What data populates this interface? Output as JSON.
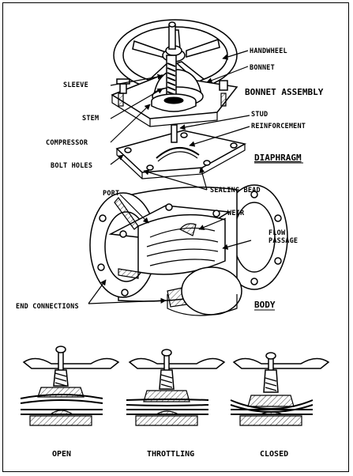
{
  "labels": {
    "handwheel": "HANDWHEEL",
    "bonnet": "BONNET",
    "sleeve": "SLEEVE",
    "bonnet_assembly": "BONNET ASSEMBLY",
    "stem": "STEM",
    "stud": "STUD",
    "reinforcement": "REINFORCEMENT",
    "compressor": "COMPRESSOR",
    "bolt_holes": "BOLT HOLES",
    "diaphragm": "DIAPHRAGM",
    "sealing_bead": "SEALING BEAD",
    "port": "PORT",
    "weir": "WEIR",
    "flow_passage_1": "FLOW",
    "flow_passage_2": "PASSAGE",
    "end_connections": "END CONNECTIONS",
    "body": "BODY"
  },
  "captions": {
    "open": "OPEN",
    "throttling": "THROTTLING",
    "closed": "CLOSED"
  }
}
